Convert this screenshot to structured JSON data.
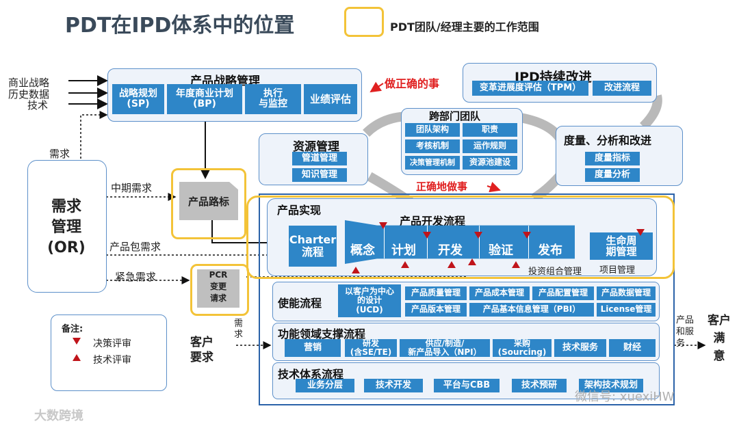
{
  "title": "PDT在IPD体系中的位置",
  "legend_scope": "PDT团队/经理主要的工作范围",
  "inputs": [
    "商业战略",
    "历史数据",
    "技术"
  ],
  "strategy": {
    "title": "产品战略管理",
    "items": [
      "战略规划\n(SP)",
      "年度商业计划\n(BP)",
      "执行\n与监控",
      "业绩评估"
    ]
  },
  "do_right_thing": "做正确的事",
  "do_thing_right": "正确地做事",
  "ipd_improve": {
    "title": "IPD持续改进",
    "items": [
      "变革进展度评估（TPM）",
      "改进流程"
    ]
  },
  "cross_team": {
    "title": "跨部门团队",
    "items": [
      "团队架构",
      "职责",
      "考核机制",
      "运作规则",
      "决策管理机制",
      "资源池建设"
    ]
  },
  "resource": {
    "title": "资源管理",
    "items": [
      "管道管理",
      "知识管理"
    ]
  },
  "measure": {
    "title": "度量、分析和改进",
    "items": [
      "度量指标",
      "度量分析"
    ]
  },
  "demand": {
    "label_top": "需求",
    "title": "需求\n管理\n(OR)",
    "mid": "中期需求",
    "package": "产品包需求",
    "urgent": "紧急需求"
  },
  "roadmap": "产品路标",
  "pcr": "PCR\n变更\n请求",
  "realization": {
    "title": "产品实现",
    "flow_title": "产品开发流程",
    "charter": "Charter\n流程",
    "phases": [
      "概念",
      "计划",
      "开发",
      "验证",
      "发布"
    ],
    "lifecycle": "生命周\n期管理",
    "portfolio": "投资组合管理",
    "project": "项目管理"
  },
  "enable": {
    "title": "使能流程",
    "ucd": "以客户为中心\n的设计\n(UCD)",
    "items": [
      "产品质量管理",
      "产品成本管理",
      "产品配置管理",
      "产品数据管理",
      "产品版本管理",
      "产品基本信息管理（PBI）",
      "License管理"
    ]
  },
  "support": {
    "title": "功能领域支撑流程",
    "items": [
      "营销",
      "研发\n(含SE/TE)",
      "供应/制造/\n新产品导入（NPI）",
      "采购\n(Sourcing)",
      "技术服务",
      "财经"
    ]
  },
  "tech": {
    "title": "技术体系流程",
    "items": [
      "业务分层",
      "技术开发",
      "平台与CBB",
      "技术预研",
      "架构技术规划"
    ]
  },
  "notes": {
    "title": "备注:",
    "decision": "决策评审",
    "technical": "技术评审"
  },
  "customer_req": "客户\n要求",
  "req_small": "需\n求",
  "product_service": "产品\n和服\n务",
  "customer_sat": "客户\n满\n意",
  "watermark_left": "大数跨境",
  "watermark_right": "微信号: xuexiHW"
}
